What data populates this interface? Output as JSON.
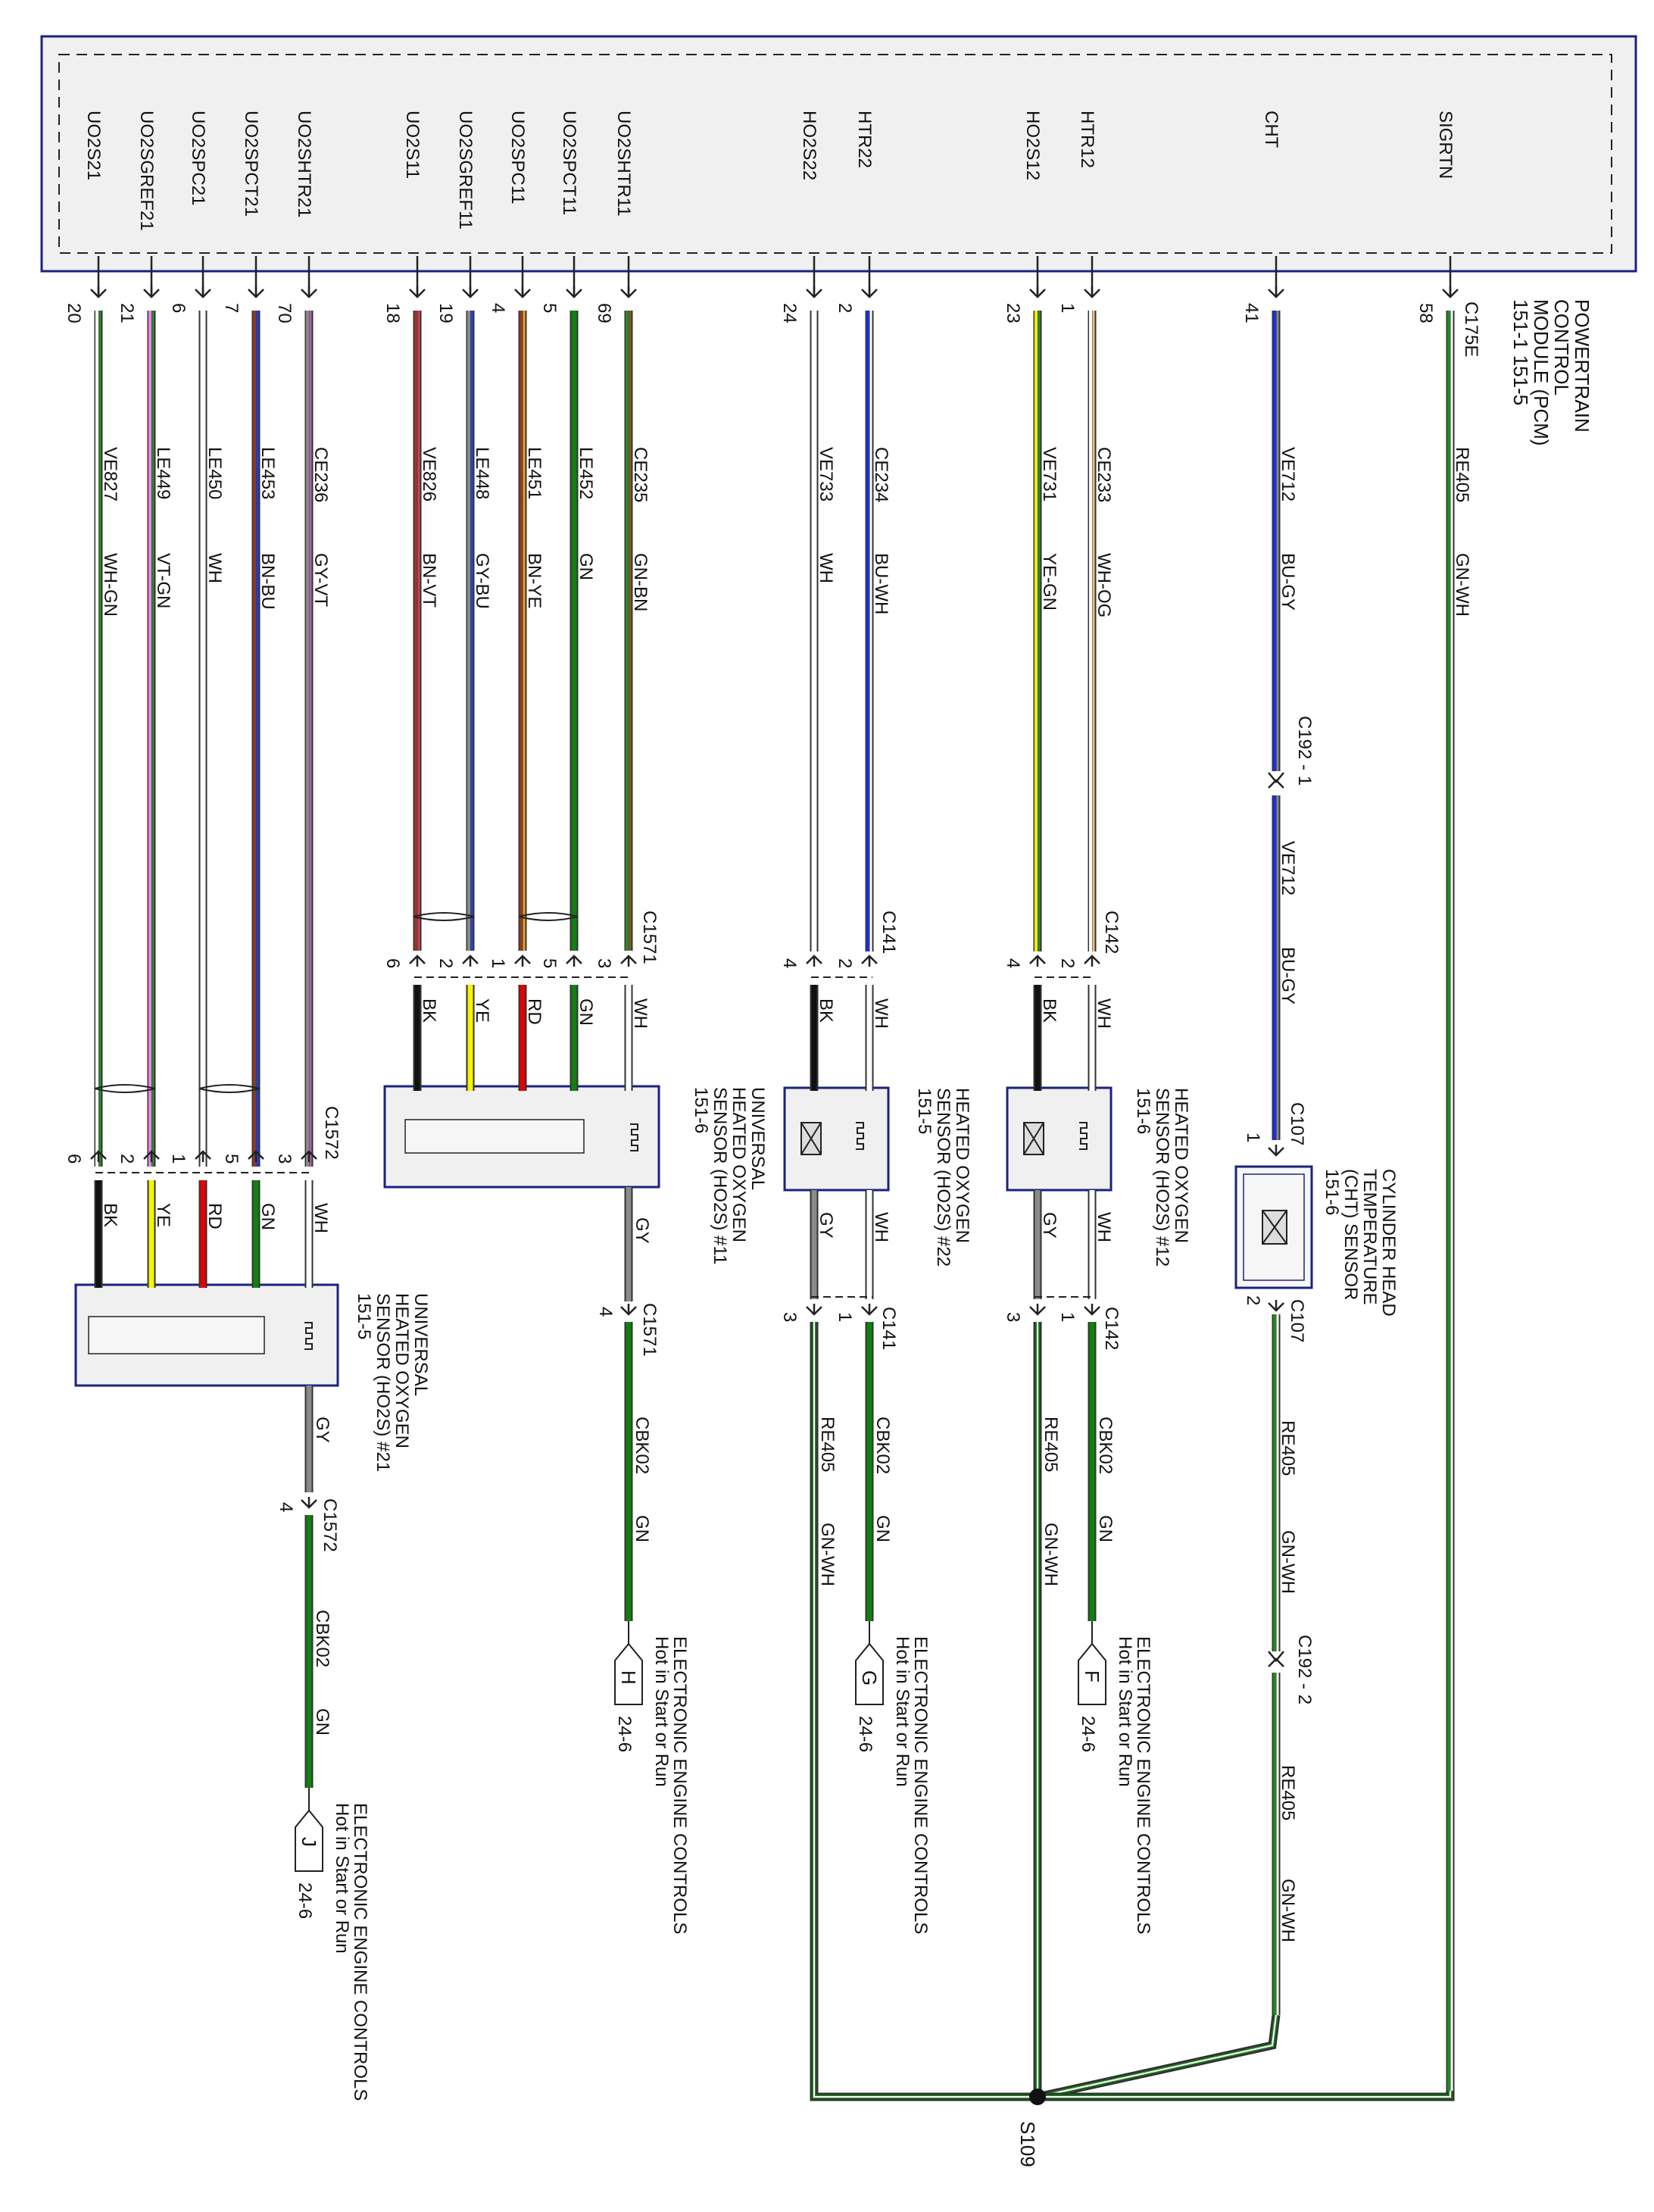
{
  "pcm": {
    "label_lines": [
      "POWERTRAIN",
      "CONTROL",
      "MODULE (PCM)",
      "151-1   151-5"
    ]
  },
  "pins": [
    {
      "name": "UO2S21",
      "num": "20",
      "circuit": "VE827",
      "color": "WH-GN",
      "c": [
        "#ffffff",
        "#2e8b2e"
      ]
    },
    {
      "name": "UO2SGREF21",
      "num": "21",
      "circuit": "LE449",
      "color": "VT-GN",
      "c": [
        "#ee82ee",
        "#2e8b2e"
      ]
    },
    {
      "name": "UO2SPC21",
      "num": "6",
      "circuit": "LE450",
      "color": "WH",
      "c": [
        "#ffffff"
      ]
    },
    {
      "name": "UO2SPCT21",
      "num": "7",
      "circuit": "LE453",
      "color": "BN-BU",
      "c": [
        "#8b3a2a",
        "#1f3fd8"
      ]
    },
    {
      "name": "UO2SHTR21",
      "num": "70",
      "circuit": "CE236",
      "color": "GY-VT",
      "c": [
        "#8a8a8a",
        "#b060b0"
      ]
    },
    {
      "name": "UO2S11",
      "num": "18",
      "circuit": "VE826",
      "color": "BN-VT",
      "c": [
        "#8b3a2a",
        "#d04060"
      ]
    },
    {
      "name": "UO2SGREF11",
      "num": "19",
      "circuit": "LE448",
      "color": "GY-BU",
      "c": [
        "#8a8a8a",
        "#3040d0"
      ]
    },
    {
      "name": "UO2SPC11",
      "num": "4",
      "circuit": "LE451",
      "color": "BN-YE",
      "c": [
        "#8b3a2a",
        "#f0a020"
      ]
    },
    {
      "name": "UO2SPCT11",
      "num": "5",
      "circuit": "LE452",
      "color": "GN",
      "c": [
        "#118011"
      ]
    },
    {
      "name": "UO2SHTR11",
      "num": "69",
      "circuit": "CE235",
      "color": "GN-BN",
      "c": [
        "#2a8a2a",
        "#8b5a2a"
      ]
    },
    {
      "name": "HO2S22",
      "num": "24",
      "circuit": "VE733",
      "color": "WH",
      "c": [
        "#ffffff"
      ]
    },
    {
      "name": "HTR22",
      "num": "2",
      "circuit": "CE234",
      "color": "BU-WH",
      "c": [
        "#1a2ee0",
        "#ffffff"
      ]
    },
    {
      "name": "HO2S12",
      "num": "23",
      "circuit": "VE731",
      "color": "YE-GN",
      "c": [
        "#f0f000",
        "#2e8b2e"
      ]
    },
    {
      "name": "HTR12",
      "num": "1",
      "circuit": "CE233",
      "color": "WH-OG",
      "c": [
        "#ffffff",
        "#f0c080"
      ]
    },
    {
      "name": "CHT",
      "num": "41",
      "circuit": "VE712",
      "color": "BU-GY",
      "c": [
        "#1a2ee0",
        "#8a8a8a"
      ]
    },
    {
      "name": "SIGRTN",
      "num": "58",
      "circuit": "RE405",
      "color": "GN-WH",
      "c": [
        "#1f8a1f",
        "#ffffff"
      ]
    }
  ],
  "connectors": {
    "c175e": "C175E",
    "c1571_top": "C1571",
    "c1572_top": "C1572",
    "c141_top": "C141",
    "c142_top": "C142",
    "c1571_bot": "C1571",
    "c1572_bot": "C1572",
    "c141_bot": "C141",
    "c142_bot": "C142",
    "c107_top": "C107",
    "c107_bot": "C107",
    "c192_1": "C192 - 1",
    "c192_2": "C192 - 2",
    "s109": "S109",
    "pins_1571_top": [
      "6",
      "2",
      "1",
      "5",
      "3"
    ],
    "pins_1572_top": [
      "6",
      "2",
      "1",
      "5",
      "3"
    ],
    "pin_1571_bot": "4",
    "pin_1572_bot": "4",
    "pins_141_top": [
      "4",
      "2"
    ],
    "pins_141_bot": [
      "3",
      "1"
    ],
    "pins_142_top": [
      "4",
      "2"
    ],
    "pins_142_bot": [
      "3",
      "1"
    ],
    "pin_107_top": "1",
    "pin_107_bot": "2"
  },
  "sensor_wires": {
    "uhos": [
      "BK",
      "YE",
      "RD",
      "GN",
      "WH"
    ],
    "hos_top": [
      "BK",
      "WH"
    ],
    "hos_bot": [
      "GY",
      "WH"
    ],
    "heater_out": "GY"
  },
  "sensors": {
    "uhos11": [
      "UNIVERSAL",
      "HEATED OXYGEN",
      "SENSOR (HO2S) #11",
      "151-6"
    ],
    "uhos21": [
      "UNIVERSAL",
      "HEATED OXYGEN",
      "SENSOR (HO2S) #21",
      "151-5"
    ],
    "hos22": [
      "HEATED OXYGEN",
      "SENSOR (HO2S) #22",
      "151-5"
    ],
    "hos12": [
      "HEATED OXYGEN",
      "SENSOR (HO2S) #12",
      "151-6"
    ],
    "cht": [
      "CYLINDER HEAD",
      "TEMPERATURE",
      "(CHT) SENSOR",
      "151-6"
    ]
  },
  "lower_wires": {
    "power_circuit": "CBK02",
    "power_color": "GN",
    "ground_circuit": "RE405",
    "ground_color": "GN-WH",
    "cht_circuit": "VE712",
    "cht_color": "BU-GY"
  },
  "power_refs": [
    {
      "letter": "H"
    },
    {
      "letter": "G"
    },
    {
      "letter": "F"
    },
    {
      "letter": "J"
    }
  ],
  "power_text": {
    "line1": "ELECTRONIC ENGINE CONTROLS",
    "line2": "Hot in Start or Run",
    "page": "24-6"
  }
}
